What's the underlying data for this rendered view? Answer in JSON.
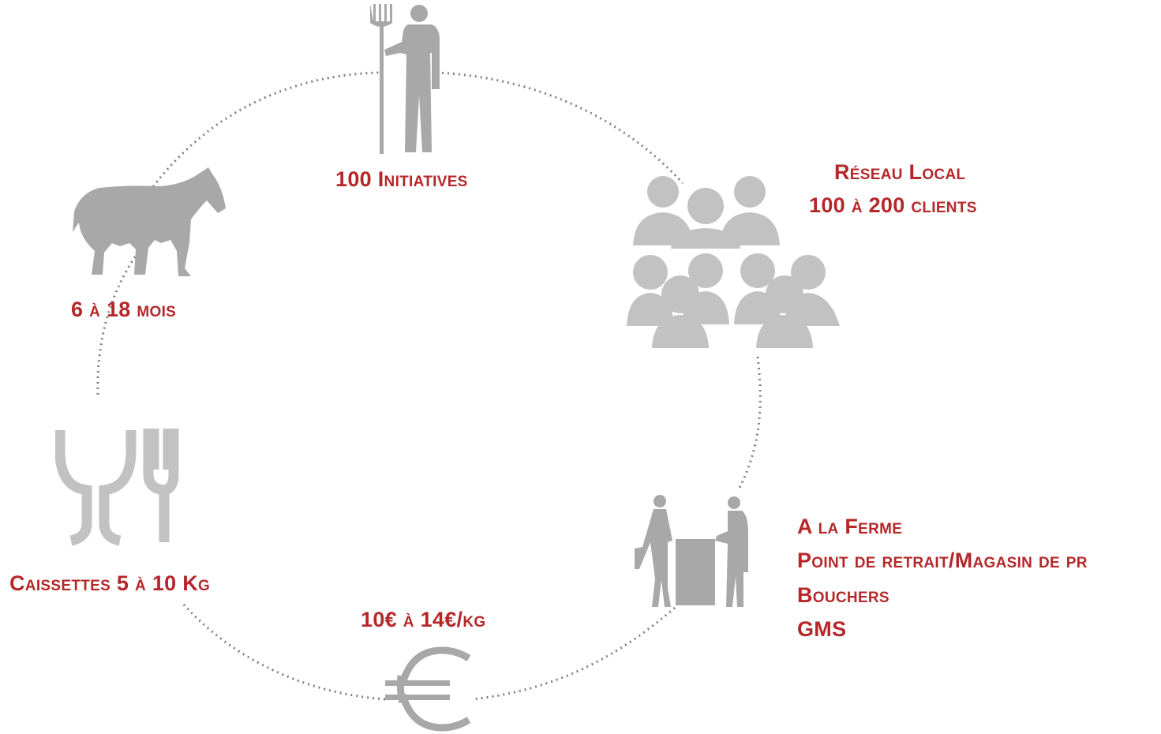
{
  "colors": {
    "accent": "#b5282a",
    "icon": "#a8a8a8",
    "icon_light": "#c2c2c2",
    "ring": "#808080"
  },
  "nodes": {
    "farmer": {
      "icon": "farmer-with-pitchfork-icon",
      "label": "100 Initiatives"
    },
    "network": {
      "icon": "people-group-icon",
      "line1": "Réseau Local",
      "line2": "100 à 200 clients"
    },
    "sales": {
      "icon": "shop-counter-people-icon",
      "lines": [
        "A la Ferme",
        "Point de retrait/Magasin de pr",
        "Bouchers",
        "GMS"
      ]
    },
    "price": {
      "icon": "euro-icon",
      "label": "10€ à 14€/kg"
    },
    "packaging": {
      "icon": "glass-and-fork-icon",
      "label": "Caissettes 5 à 10 Kg"
    },
    "horse": {
      "icon": "horse-icon",
      "label": "6 à 18 mois"
    }
  }
}
